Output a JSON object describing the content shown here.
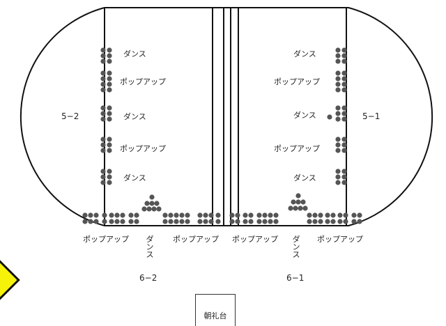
{
  "groups": {
    "left_side": "5−2",
    "right_side": "5−1",
    "bottom_left": "6−2",
    "bottom_right": "6−1"
  },
  "left_column_labels": [
    "ダンス",
    "ポップアップ",
    "ダンス",
    "ポップアップ",
    "ダンス"
  ],
  "right_column_labels": [
    "ダンス",
    "ポップアップ",
    "ダンス",
    "ポップアップ",
    "ダンス"
  ],
  "bottom_left_labels": {
    "pop_left": "ポップアップ",
    "dance": "ダンス",
    "pop_right": "ポップアップ"
  },
  "bottom_right_labels": {
    "pop_left": "ポップアップ",
    "dance": "ダンス",
    "pop_right": "ポップアップ"
  },
  "podium": {
    "label": "朝礼台"
  },
  "colors": {
    "line": "#111111",
    "dot": "#555555",
    "marker_fill": "#f6f20a"
  }
}
